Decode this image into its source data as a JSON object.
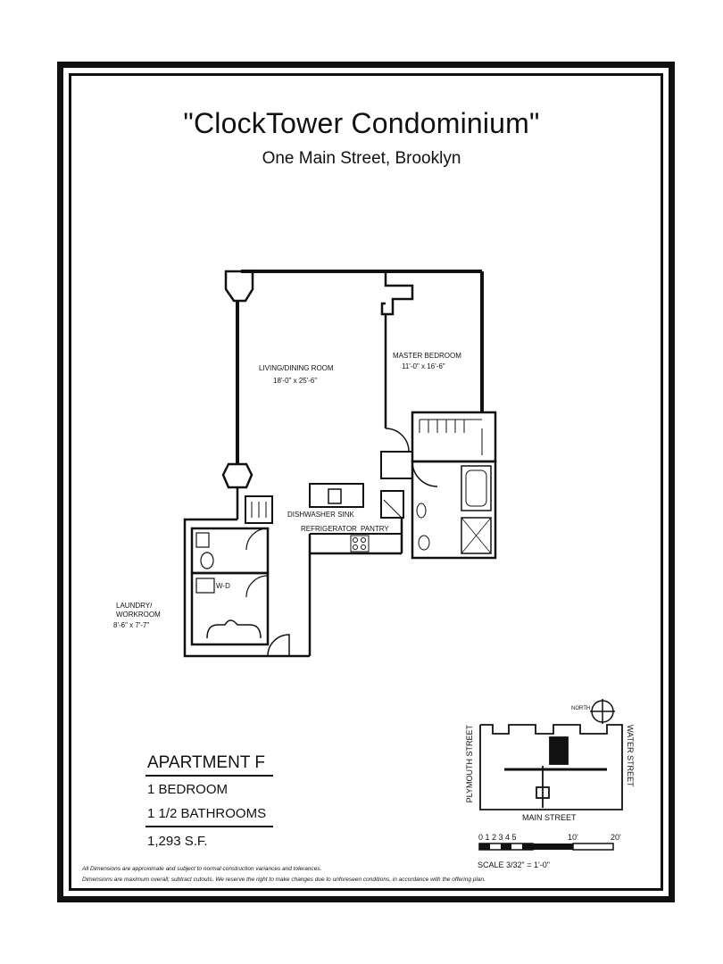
{
  "header": {
    "title": "\"ClockTower Condominium\"",
    "subtitle": "One Main Street, Brooklyn"
  },
  "rooms": {
    "living": {
      "name": "LIVING/DINING ROOM",
      "dims": "18'-0\" x 25'-6\""
    },
    "bedroom": {
      "name": "MASTER BEDROOM",
      "dims": "11'-0\" x 16'-6\""
    },
    "laundry": {
      "name_line1": "LAUNDRY/",
      "name_line2": "WORKROOM",
      "dims": "8'-6\" x 7'-7\""
    },
    "fixtures": {
      "dishwasher_sink": "DISHWASHER SINK",
      "refrigerator": "REFRIGERATOR",
      "pantry": "PANTRY",
      "wd": "W-D"
    }
  },
  "apartment": {
    "name": "APARTMENT F",
    "bedrooms": "1 BEDROOM",
    "bathrooms": "1 1/2 BATHROOMS",
    "area": "1,293  S.F."
  },
  "key_plan": {
    "north": "NORTH",
    "left_street": "PLYMOUTH STREET",
    "right_street": "WATER STREET",
    "bottom_street": "MAIN STREET"
  },
  "scale": {
    "ticks": "0 1 2 3 4 5",
    "ten": "10'",
    "twenty": "20'",
    "label": "SCALE 3/32\" = 1'-0\""
  },
  "disclaimer": {
    "line1": "All Dimensions are approximate and subject to normal construction variances and tolerances.",
    "line2": "Dimensions are maximum overall; subtract cutouts.  We reserve the right to make changes due to unforeseen conditions, in accordance with the offering plan."
  }
}
